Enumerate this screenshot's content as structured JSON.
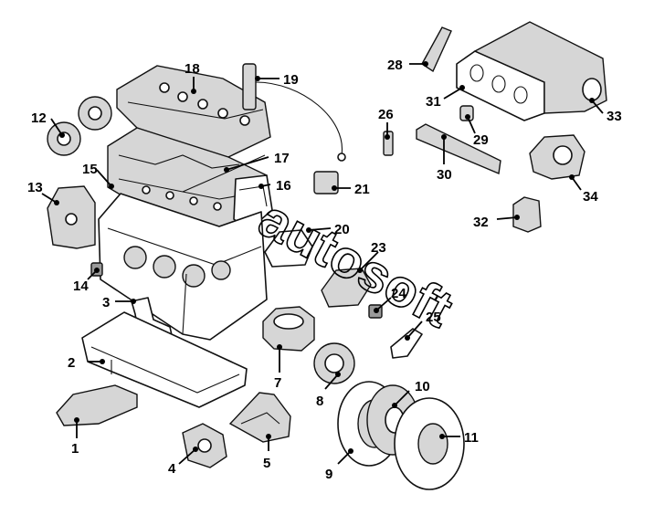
{
  "diagram": {
    "callouts": [
      "1",
      "2",
      "3",
      "4",
      "5",
      "7",
      "8",
      "9",
      "10",
      "11",
      "12",
      "13",
      "14",
      "15",
      "16",
      "17",
      "18",
      "19",
      "20",
      "21",
      "23",
      "24",
      "25",
      "26",
      "28",
      "29",
      "30",
      "31",
      "32",
      "33",
      "34"
    ],
    "watermark": "autosoft"
  }
}
